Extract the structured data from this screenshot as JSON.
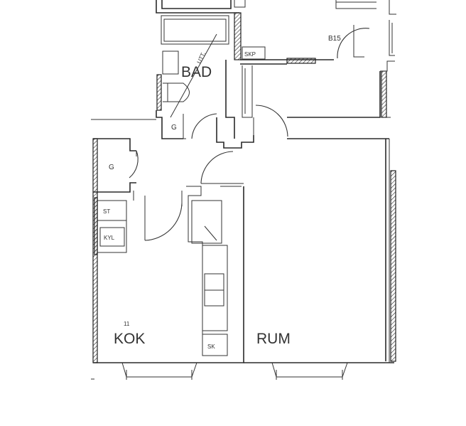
{
  "labels": {
    "bad": "BAD",
    "utt": "UTT.",
    "g_bath": "G",
    "g_kitchen": "G",
    "skp": "SKP",
    "b15": "B15",
    "st": "ST",
    "kyl": "KYL",
    "kok_mark": "11",
    "kok": "KOK",
    "sk": "SK",
    "rum": "RUM"
  }
}
